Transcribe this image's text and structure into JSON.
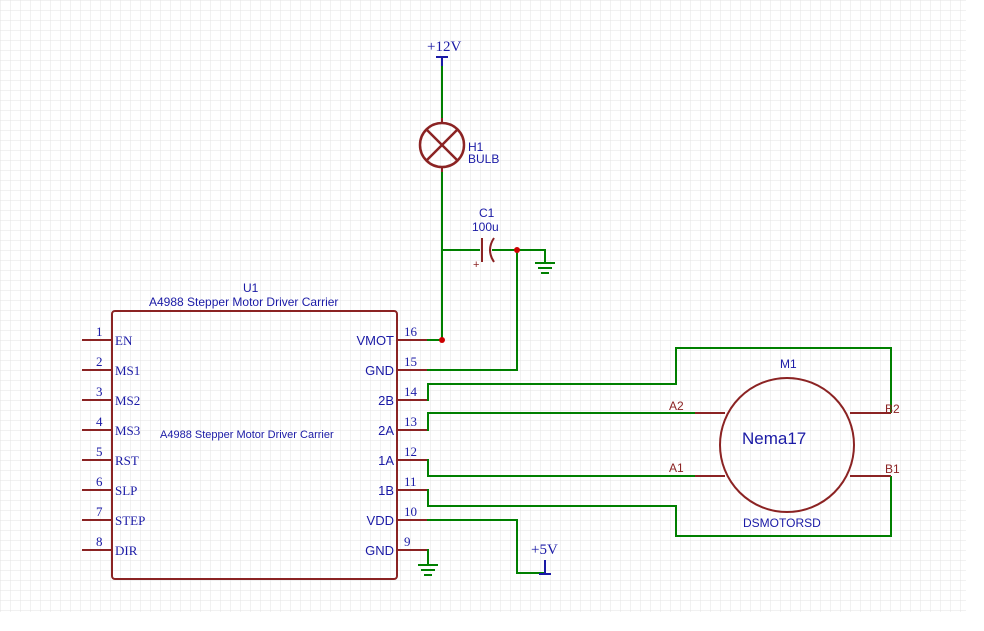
{
  "colors": {
    "grid": "#e3e3e3",
    "outline": "#8b2323",
    "wire": "#008000",
    "label": "#1a1aa6",
    "junction": "#cc0000"
  },
  "power": {
    "v12": "+12V",
    "v5": "+5V"
  },
  "bulb": {
    "ref": "H1",
    "value": "BULB",
    "icon": "lamp-x-icon"
  },
  "capacitor": {
    "ref": "C1",
    "value": "100u",
    "polarity": "+"
  },
  "u1": {
    "ref": "U1",
    "title": "A4988 Stepper Motor Driver Carrier",
    "body_label": "A4988 Stepper Motor Driver Carrier",
    "left_pins": [
      {
        "num": "1",
        "name": "EN"
      },
      {
        "num": "2",
        "name": "MS1"
      },
      {
        "num": "3",
        "name": "MS2"
      },
      {
        "num": "4",
        "name": "MS3"
      },
      {
        "num": "5",
        "name": "RST"
      },
      {
        "num": "6",
        "name": "SLP"
      },
      {
        "num": "7",
        "name": "STEP"
      },
      {
        "num": "8",
        "name": "DIR"
      }
    ],
    "right_pins": [
      {
        "num": "16",
        "name": "VMOT"
      },
      {
        "num": "15",
        "name": "GND"
      },
      {
        "num": "14",
        "name": "2B"
      },
      {
        "num": "13",
        "name": "2A"
      },
      {
        "num": "12",
        "name": "1A"
      },
      {
        "num": "11",
        "name": "1B"
      },
      {
        "num": "10",
        "name": "VDD"
      },
      {
        "num": "9",
        "name": "GND"
      }
    ]
  },
  "motor": {
    "ref": "M1",
    "name": "Nema17",
    "footprint": "DSMOTORSD",
    "pins": {
      "a2": "A2",
      "b2": "B2",
      "a1": "A1",
      "b1": "B1"
    }
  }
}
